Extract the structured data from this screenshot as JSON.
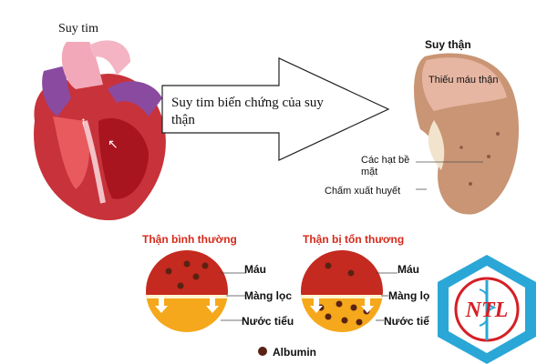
{
  "heart": {
    "title": "Suy tim"
  },
  "arrow": {
    "text": "Suy tim biến chứng của suy thận"
  },
  "kidney": {
    "title": "Suy thận",
    "labels": {
      "ischemia": "Thiếu máu thận",
      "granules": "Các hạt bề mặt",
      "hemorrhage": "Chấm xuất huyết"
    }
  },
  "comparison": {
    "normal": {
      "title": "Thận bình thường",
      "blood": "Máu",
      "membrane": "Màng lọc",
      "urine": "Nước tiểu"
    },
    "damaged": {
      "title": "Thận bị tổn thương",
      "blood": "Máu",
      "membrane": "Màng lọ",
      "urine": "Nước tiể"
    },
    "legend": {
      "label": "Albumin"
    }
  },
  "logo": {
    "text": "NTL"
  },
  "colors": {
    "blood": "#c42a1f",
    "urine": "#f5a81c",
    "albumin": "#5a2212",
    "title_red": "#d52a1a"
  }
}
